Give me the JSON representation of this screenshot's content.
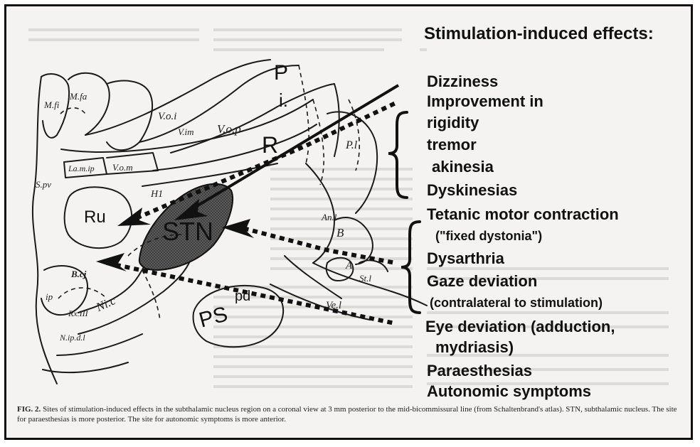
{
  "figure": {
    "heading": "Stimulation-induced effects:",
    "effects": [
      "Dizziness",
      "Improvement in",
      "rigidity",
      "tremor",
      "akinesia",
      "Dyskinesias",
      "Tetanic motor contraction",
      "(\"fixed dystonia\")",
      "Dysarthria",
      "Gaze deviation",
      "(contralateral to stimulation)",
      "Eye deviation (adduction,",
      "mydriasis)",
      "Paraesthesias",
      "Autonomic symptoms"
    ],
    "atlas_labels": {
      "stn": "STN",
      "ru": "Ru",
      "p": "P",
      "i": "i.",
      "r": "R",
      "ps": "PS",
      "pd": "pd",
      "mfa": "M.fa",
      "mfi": "M.fi",
      "voi": "V.o.i",
      "vim": "V.im",
      "vop": "V.o.p",
      "vom": "V.o.m",
      "lamip": "La.m.ip",
      "h1": "H1",
      "spv": "S.pv",
      "pl": "P.l",
      "b": "B",
      "a": "A",
      "anl": "An.l",
      "stl": "St.l",
      "vel": "Ve.l",
      "bcj": "B.cj",
      "nlc": "Ni.c",
      "rxiii": "Rx.III",
      "npdl": "N.ip.d.l",
      "ip": "ip"
    }
  },
  "caption": {
    "label": "FIG. 2.",
    "text": "Sites of stimulation-induced effects in the subthalamic nucleus region on a coronal view at 3 mm posterior to the mid-bicommissural line (from Schaltenbrand's atlas). STN, subthalamic nucleus. The site for paraesthesias is more posterior. The site for autonomic symptoms is more anterior."
  },
  "colors": {
    "ink": "#111111",
    "paper": "#f4f3f1",
    "stn_fill": "#4a4a4a"
  }
}
